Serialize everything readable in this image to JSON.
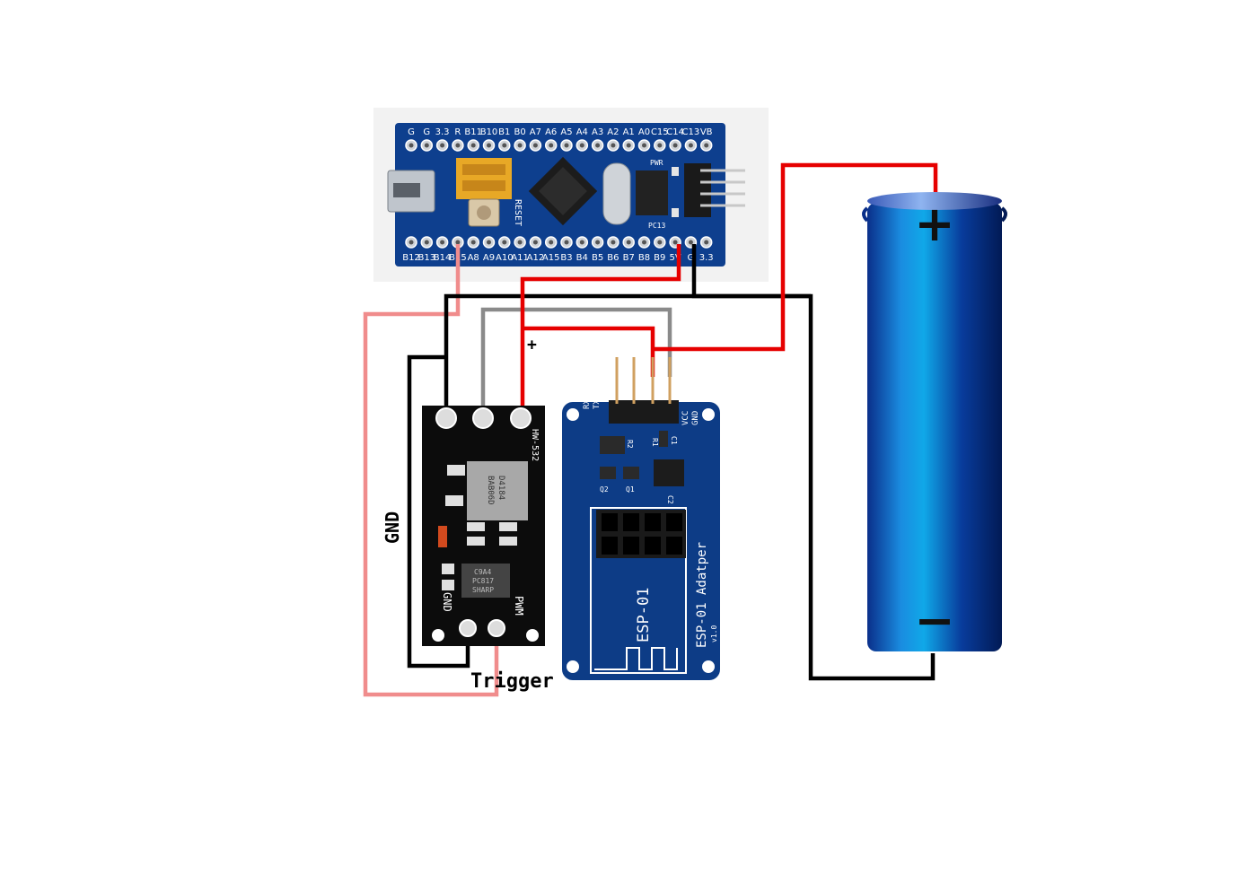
{
  "stm32": {
    "top_pins": [
      "G",
      "G",
      "3.3",
      "R",
      "B11",
      "B10",
      "B1",
      "B0",
      "A7",
      "A6",
      "A5",
      "A4",
      "A3",
      "A2",
      "A1",
      "A0",
      "C15",
      "C14",
      "C13",
      "VB"
    ],
    "bottom_pins": [
      "B12",
      "B13",
      "B14",
      "B15",
      "A8",
      "A9",
      "A10",
      "A11",
      "A12",
      "A15",
      "B3",
      "B4",
      "B5",
      "B6",
      "B7",
      "B8",
      "B9",
      "5V",
      "G",
      "3.3"
    ],
    "reset_label": "RESET",
    "pwr_label": "PWR",
    "pc13_label": "PC13"
  },
  "mosfet": {
    "model": "HW-532",
    "chip1_text": "D4184",
    "chip1_code": "BAB06D",
    "chip2_text": "C9A4",
    "chip2_part": "PC817",
    "chip2_brand": "SHARP",
    "gnd_label": "GND",
    "pwm_label": "PWM"
  },
  "esp": {
    "pin_labels": [
      "RX",
      "TX",
      "VCC",
      "GND"
    ],
    "title": "ESP-01 Adatper",
    "version": "v1.0",
    "module": "ESP-01",
    "parts": [
      "R2",
      "R1",
      "C1",
      "Q2",
      "Q1",
      "C2"
    ]
  },
  "battery": {
    "positive": "+",
    "negative": "−"
  },
  "annotations": {
    "gnd": "GND",
    "trigger": "Trigger",
    "plus": "+"
  },
  "colors": {
    "red_wire": "#e60000",
    "black_wire": "#000000",
    "gray_wire": "#8a8a8a",
    "pink_wire": "#f08c8c",
    "pcb_blue": "#0d3c86",
    "battery_blue": "#1a6cd6"
  }
}
